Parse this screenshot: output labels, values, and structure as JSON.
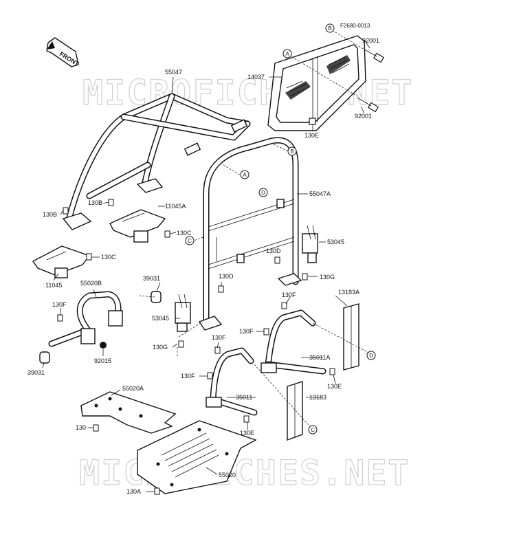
{
  "diagram": {
    "figure_code": "F2680-0013",
    "direction_label": "FRONT",
    "watermark_top": "MICROFICHES.NET",
    "watermark_bottom": "MICROFICHES.NET",
    "callouts": [
      "A",
      "B",
      "C",
      "D"
    ],
    "parts": {
      "p55047": "55047",
      "p14037": "14037",
      "p92001_top": "92001",
      "p92001_bottom": "92001",
      "p130E_top": "130E",
      "p55047A": "55047A",
      "p130B_left": "130B",
      "p130B_mid": "130B",
      "p11045A": "11045A",
      "p130C_right": "130C",
      "p130C_left": "130C",
      "p11045": "11045",
      "p53045_right": "53045",
      "p130D_right": "130D",
      "p130G_right": "130G",
      "p130D_mid": "130D",
      "p55020B": "55020B",
      "p39031_top": "39031",
      "p130F_left": "130F",
      "p53045_left": "53045",
      "p130G_left": "130G",
      "p92015": "92015",
      "p39031_bottom": "39031",
      "p130F_mid_top": "130F",
      "p13183A": "13183A",
      "p130F_mid": "130F",
      "p130F_center": "130F",
      "p35011A": "35011A",
      "p130E_mid": "130E",
      "p130F_low": "130F",
      "p35011": "35011",
      "p13183": "13183",
      "p55020A": "55020A",
      "p130": "130",
      "p130E_bottom": "130E",
      "p55020": "55020",
      "p130A": "130A"
    }
  }
}
